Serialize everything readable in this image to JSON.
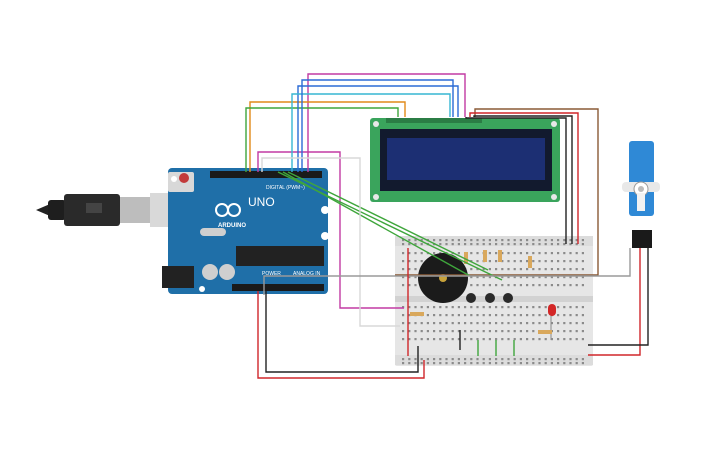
{
  "arduino": {
    "brand": "ARDUINO",
    "model": "UNO",
    "digital_label": "DIGITAL (PWM~)",
    "power_label": "POWER",
    "analog_label": "ANALOG IN",
    "board_color": "#1f6fa8"
  },
  "lcd": {
    "pcb_color": "#3aa45c",
    "screen_color": "#1c2f73"
  },
  "breadboard": {
    "body_color": "#e6e6e6"
  },
  "wire_colors": {
    "magenta": "#c23aa3",
    "orange": "#e08a1a",
    "green": "#3fa63c",
    "blue": "#2b6bd6",
    "cyan": "#37b6d2",
    "red": "#d0262a",
    "black": "#222222",
    "brown": "#8a5a36",
    "gray": "#9a9a9a",
    "white": "#ececec"
  }
}
